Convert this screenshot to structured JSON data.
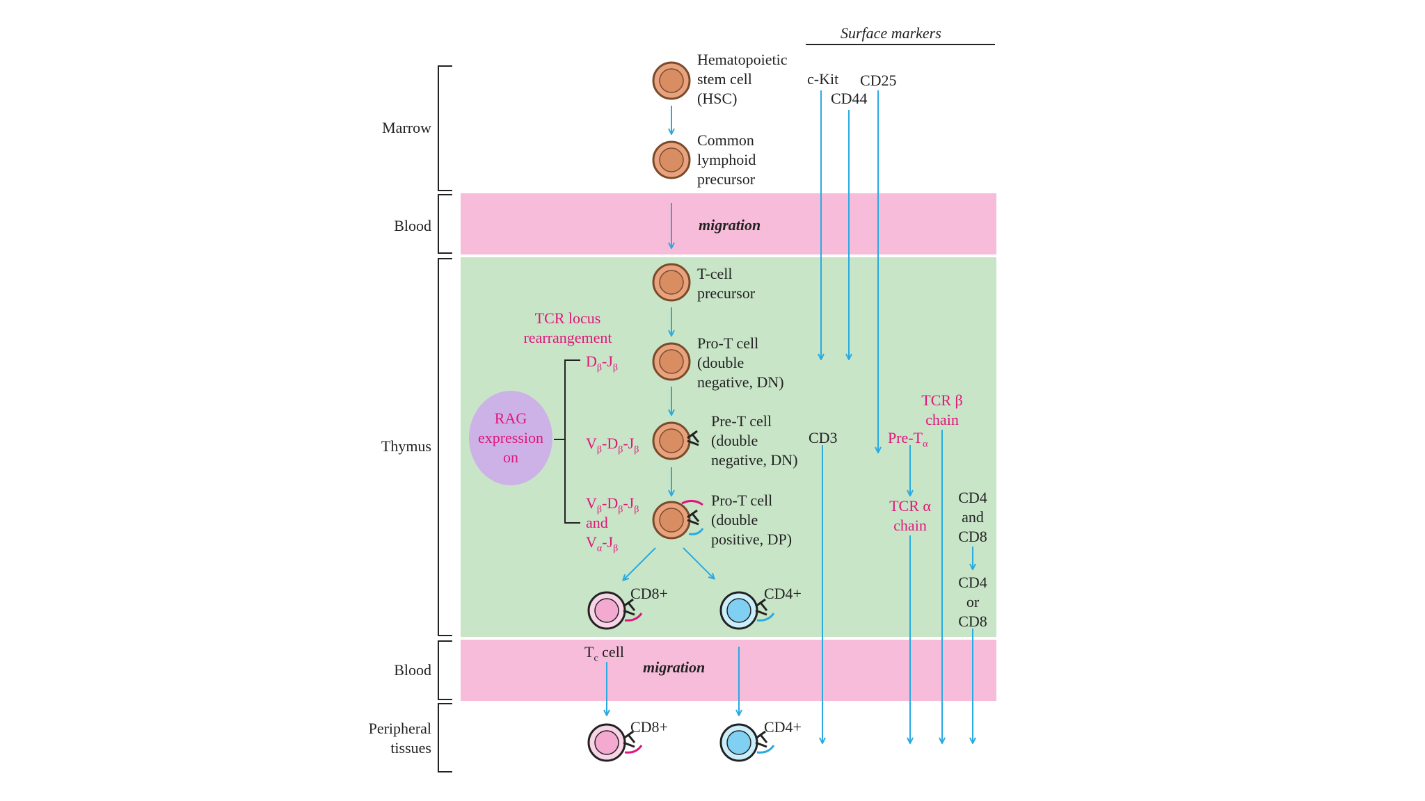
{
  "header": {
    "surface_markers": "Surface markers"
  },
  "regions": {
    "marrow": "Marrow",
    "blood_top": "Blood",
    "thymus": "Thymus",
    "blood_bottom": "Blood",
    "peripheral": "Peripheral tissues"
  },
  "migration": [
    "migration",
    "migration"
  ],
  "cells": {
    "hsc": [
      "Hematopoietic",
      "stem cell",
      "(HSC)"
    ],
    "clp": [
      "Common",
      "lymphoid",
      "precursor"
    ],
    "tcp": [
      "T-cell",
      "precursor"
    ],
    "prot1": [
      "Pro-T cell",
      "(double",
      "negative, DN)"
    ],
    "pret": [
      "Pre-T cell",
      "(double",
      "negative, DN)"
    ],
    "prot2": [
      "Pro-T cell",
      "(double",
      "positive, DP)"
    ],
    "cd8_thymus": "CD8+",
    "cd4_thymus": "CD4+",
    "tc_cell": "T",
    "tc_sub": "c",
    "tc_suffix": " cell",
    "cd8_periph": "CD8+",
    "cd4_periph": "CD4+"
  },
  "tcr": {
    "locus": [
      "TCR locus",
      "rearrangement"
    ],
    "db_main": "D",
    "db_sub1": "β",
    "db_mid": "-J",
    "db_sub2": "β",
    "v1_a": "V",
    "v1_as": "β",
    "v1_b": "-D",
    "v1_bs": "β",
    "v1_c": "-J",
    "v1_cs": "β",
    "v2_a": "V",
    "v2_as": "β",
    "v2_b": "-D",
    "v2_bs": "β",
    "v2_c": "-J",
    "v2_cs": "β",
    "and": "and",
    "va_a": "V",
    "va_as": "α",
    "va_b": "-J",
    "va_bs": "β"
  },
  "rag": [
    "RAG",
    "expression",
    "on"
  ],
  "markers": {
    "ckit": "c-Kit",
    "cd25": "CD25",
    "cd44": "CD44",
    "cd3": "CD3",
    "tcr_beta": [
      "TCR β",
      "chain"
    ],
    "pre_t": "Pre-T",
    "pre_t_sub": "α",
    "tcr_alpha": [
      "TCR α",
      "chain"
    ],
    "cd4_and_cd8": [
      "CD4",
      "and",
      "CD8"
    ],
    "cd4_or_cd8": [
      "CD4",
      "or",
      "CD8"
    ]
  },
  "colors": {
    "blood_band": "#f6bcd9",
    "thymus_band": "#c9e5c8",
    "arrow": "#29aae1",
    "magenta": "#e0157b",
    "rag_circle": "#cdb2e8",
    "cell_orange": "#e8a37e",
    "cell_pink": "#f3a9d0",
    "cell_blue": "#7fd0f2"
  }
}
